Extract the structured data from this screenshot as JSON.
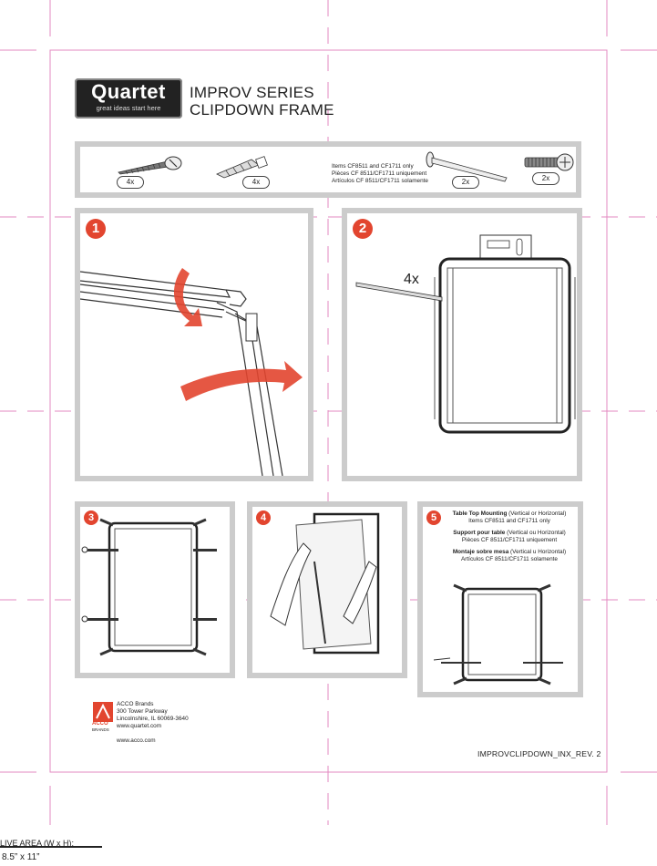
{
  "header": {
    "logo": {
      "word": "Quartet",
      "tagline": "great ideas start here"
    },
    "title_line1": "IMPROV SERIES",
    "title_line2": "CLIPDOWN FRAME"
  },
  "parts": {
    "qty_screw": "4x",
    "qty_anchor": "4x",
    "qty_rod": "2x",
    "qty_bolt": "2x",
    "note_line1": "Items CF8511 and CF1711 only",
    "note_line2": "Pièces CF 8511/CF1711 uniquement",
    "note_line3": "Artículos CF 8511/CF1711 solamente"
  },
  "steps": {
    "s1": "1",
    "s2": "2",
    "s2_qty": "4x",
    "s3": "3",
    "s4": "4",
    "s5": "5"
  },
  "mounting": {
    "en_bold": "Table Top Mounting",
    "en_rest": " (Vertical or Horizontal)",
    "en_items": "Items CF8511 and CF1711 only",
    "fr_bold": "Support pour table",
    "fr_rest": " (Vertical ou Horizontal)",
    "fr_items": "Pièces CF 8511/CF1711 uniquement",
    "es_bold": "Montaje sobre mesa",
    "es_rest": " (Vertical u Horizontal)",
    "es_items": "Artículos CF 8511/CF1711 solamente"
  },
  "company": {
    "logo_word": "ACCO",
    "logo_sub": "BRANDS",
    "name": "ACCO Brands",
    "street": "300 Tower Parkway",
    "city": "Lincolnshire, IL 60069-3640",
    "web1": "www.quartet.com",
    "web2": "www.acco.com"
  },
  "footer": {
    "revision": "IMPROVCLIPDOWN_INX_REV. 2",
    "live_area_label": "LIVE AREA (W x H):",
    "live_area_size": "8.5” x 11”"
  }
}
